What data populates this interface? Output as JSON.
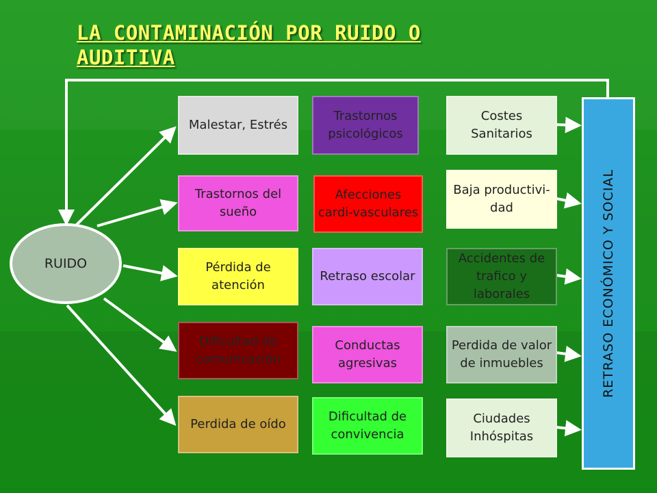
{
  "title": "LA CONTAMINACIÓN POR RUIDO O AUDITIVA",
  "center_node": {
    "label": "RUIDO",
    "fill": "#a8c0a8"
  },
  "column1": [
    {
      "label": "Malestar, Estrés",
      "fill": "#d9d9d9",
      "text_color": "#222222"
    },
    {
      "label": "Trastornos del sueño",
      "fill": "#ef55de",
      "text_color": "#222222"
    },
    {
      "label": "Pérdida de atención",
      "fill": "#ffff44",
      "text_color": "#222222"
    },
    {
      "label": "Dificultad de comunicación",
      "fill": "#7a0000",
      "text_color": "#222222"
    },
    {
      "label": "Perdida de oído",
      "fill": "#c8a03c",
      "text_color": "#222222"
    }
  ],
  "column2": [
    {
      "label": "Trastornos psicológicos",
      "fill": "#7030a0",
      "text_color": "#222222"
    },
    {
      "label": "Afecciones cardi-vasculares",
      "fill": "#ff0000",
      "text_color": "#222222"
    },
    {
      "label": "Retraso escolar",
      "fill": "#cc99ff",
      "text_color": "#222222"
    },
    {
      "label": "Conductas agresivas",
      "fill": "#ef55de",
      "text_color": "#222222"
    },
    {
      "label": "Dificultad de convivencia",
      "fill": "#33ff33",
      "text_color": "#222222"
    }
  ],
  "column3": [
    {
      "label": "Costes Sanitarios",
      "fill": "#e3f2d8",
      "text_color": "#222222"
    },
    {
      "label": "Baja productivi-dad",
      "fill": "#ffffdd",
      "text_color": "#222222"
    },
    {
      "label": "Accidentes de trafico y laborales",
      "fill": "#1a6e1a",
      "text_color": "#222222"
    },
    {
      "label": "Perdida de valor de inmuebles",
      "fill": "#a8c0a8",
      "text_color": "#222222"
    },
    {
      "label": "Ciudades Inhóspitas",
      "fill": "#e3f2d8",
      "text_color": "#222222"
    }
  ],
  "outcome_bar": {
    "label": "RETRASO ECONÓMICO Y SOCIAL",
    "fill": "#3aa8e0"
  },
  "colors": {
    "title": "#ffff66",
    "connector": "#ffffff"
  }
}
